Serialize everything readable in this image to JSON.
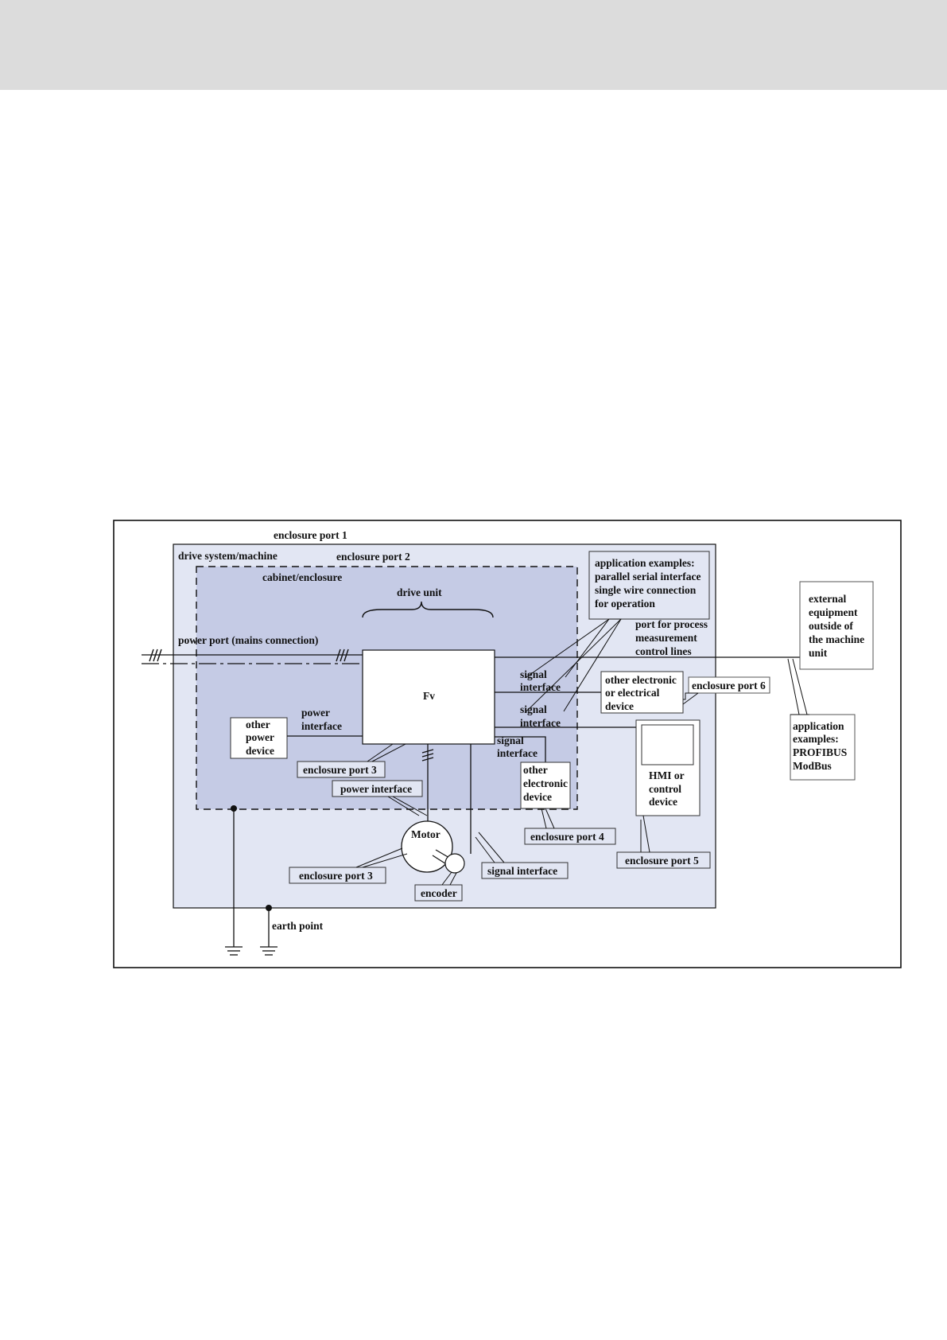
{
  "header": {},
  "diagram": {
    "enclosure_port_1": "enclosure port 1",
    "drive_system": "drive system/machine",
    "enclosure_port_2": "enclosure port 2",
    "cabinet": "cabinet/enclosure",
    "drive_unit": "drive unit",
    "power_port": "power port (mains connection)",
    "fv": "Fv",
    "app_examples": [
      "application examples:",
      "parallel serial interface",
      "single wire connection",
      "for operation"
    ],
    "port_for_process": [
      "port for process",
      "measurement",
      "control lines"
    ],
    "external_equipment": [
      "external",
      "equipment",
      "outside of",
      "the machine",
      "unit"
    ],
    "signal_interface_1": [
      "signal",
      "interface"
    ],
    "signal_interface_2": [
      "signal",
      "interface"
    ],
    "signal_interface_3": [
      "signal",
      "interface"
    ],
    "other_electronic_1": [
      "other electronic",
      "or electrical",
      "device"
    ],
    "enclosure_port_6": "enclosure port 6",
    "app_examples_bus": [
      "application",
      "examples:",
      "PROFIBUS",
      "ModBus"
    ],
    "other_power_device": [
      "other",
      "power",
      "device"
    ],
    "power_interface_label": [
      "power",
      "interface"
    ],
    "enclosure_port_3a": "enclosure port 3",
    "power_interface_box": "power interface",
    "other_electronic_2": [
      "other",
      "electronic",
      "device"
    ],
    "hmi": [
      "HMI or",
      "control",
      "device"
    ],
    "motor": "Motor",
    "enclosure_port_4": "enclosure port 4",
    "enclosure_port_5": "enclosure port 5",
    "enclosure_port_3b": "enclosure port 3",
    "signal_interface_box": "signal interface",
    "encoder": "encoder",
    "earth_point": "earth point"
  },
  "colors": {
    "header_band": "#dcdcdc",
    "outer_fill": "#e2e6f3",
    "cabinet_fill": "#c5cbe5",
    "stroke": "#111111"
  }
}
